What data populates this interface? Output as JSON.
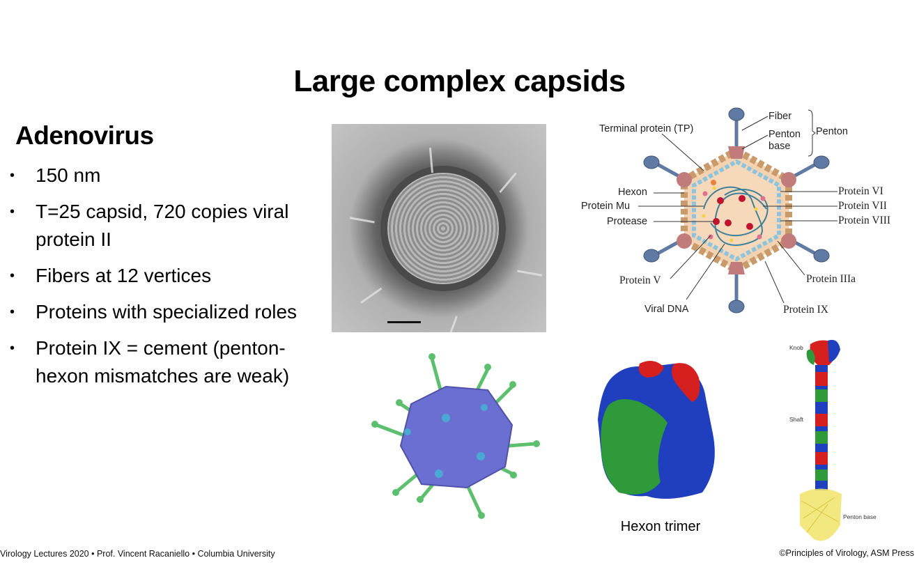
{
  "slide": {
    "title": "Large complex capsids",
    "subtitle": "Adenovirus",
    "bullets": [
      "150 nm",
      "T=25 capsid, 720 copies viral protein II",
      "Fibers at 12 vertices",
      "Proteins with specialized roles",
      "Protein IX = cement (penton-hexon mismatches are weak)"
    ],
    "bullet_glyph": "•"
  },
  "diagram": {
    "labels": {
      "fiber": "Fiber",
      "penton_base": "Penton base",
      "penton": "Penton",
      "terminal_protein": "Terminal protein (TP)",
      "hexon": "Hexon",
      "protein_mu": "Protein Mu",
      "protease": "Protease",
      "protein_vi": "Protein VI",
      "protein_vii": "Protein VII",
      "protein_viii": "Protein VIII",
      "protein_v": "Protein V",
      "viral_dna": "Viral DNA",
      "protein_iiia": "Protein IIIa",
      "protein_ix": "Protein IX"
    }
  },
  "figures": {
    "hexon_caption": "Hexon trimer",
    "fiber_labels": {
      "knob": "Knob",
      "shaft": "Shaft",
      "penton_base": "Penton base"
    }
  },
  "footer": {
    "left": "Virology Lectures 2020 • Prof. Vincent Racaniello • Columbia University",
    "right": "©Principles of Virology, ASM Press"
  },
  "colors": {
    "penton_base": "#c27b7b",
    "fiber": "#5f7aa3",
    "capsid_fill": "#f2d2b0",
    "model_capsid": "#6b6fd1",
    "model_fiber": "#5cbf6e",
    "hexon_blue": "#1f3fbf",
    "hexon_green": "#2e9a3a",
    "hexon_red": "#d62020",
    "fiber_base_yellow": "#f1e36a"
  }
}
